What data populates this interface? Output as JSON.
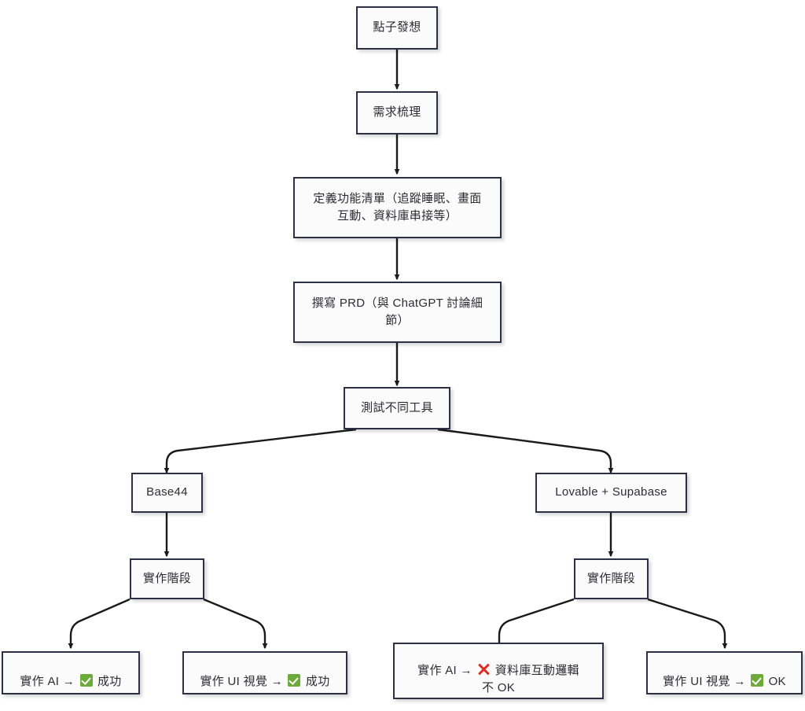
{
  "diagram": {
    "title": "Vibe coding workflow flowchart",
    "background_color": "#ffffff",
    "node_border_color": "#2b3045",
    "node_fill_color": "#fbfbfb",
    "edge_color": "#1a1a1a",
    "success_marker_color": "#6cab3a",
    "failure_marker_color": "#e02b1f",
    "nodes": [
      {
        "id": "idea",
        "label": "點子發想"
      },
      {
        "id": "requirement",
        "label": "需求梳理"
      },
      {
        "id": "features",
        "label": "定義功能清單（追蹤睡眠、畫面\n互動、資料庫串接等）"
      },
      {
        "id": "prd",
        "label": "撰寫 PRD（與 ChatGPT 討論細\n節）"
      },
      {
        "id": "test_tools",
        "label": "測試不同工具"
      },
      {
        "id": "base44",
        "label": "Base44"
      },
      {
        "id": "lovable",
        "label": "Lovable + Supabase"
      },
      {
        "id": "impl_left",
        "label": "實作階段"
      },
      {
        "id": "impl_right",
        "label": "實作階段"
      },
      {
        "id": "leaf_ai_left",
        "prefix": "實作 AI → ",
        "marker": "check",
        "suffix": " 成功"
      },
      {
        "id": "leaf_ui_left",
        "prefix": "實作 UI 視覺 → ",
        "marker": "check",
        "suffix": " 成功"
      },
      {
        "id": "leaf_ai_right",
        "prefix": "實作 AI → ",
        "marker": "cross",
        "suffix": " 資料庫互動邏輯\n不 OK"
      },
      {
        "id": "leaf_ui_right",
        "prefix": "實作 UI 視覺 → ",
        "marker": "check",
        "suffix": " OK"
      }
    ],
    "edges": [
      {
        "from": "idea",
        "to": "requirement"
      },
      {
        "from": "requirement",
        "to": "features"
      },
      {
        "from": "features",
        "to": "prd"
      },
      {
        "from": "prd",
        "to": "test_tools"
      },
      {
        "from": "test_tools",
        "to": "base44"
      },
      {
        "from": "test_tools",
        "to": "lovable"
      },
      {
        "from": "base44",
        "to": "impl_left"
      },
      {
        "from": "lovable",
        "to": "impl_right"
      },
      {
        "from": "impl_left",
        "to": "leaf_ai_left"
      },
      {
        "from": "impl_left",
        "to": "leaf_ui_left"
      },
      {
        "from": "impl_right",
        "to": "leaf_ai_right"
      },
      {
        "from": "impl_right",
        "to": "leaf_ui_right"
      }
    ]
  }
}
